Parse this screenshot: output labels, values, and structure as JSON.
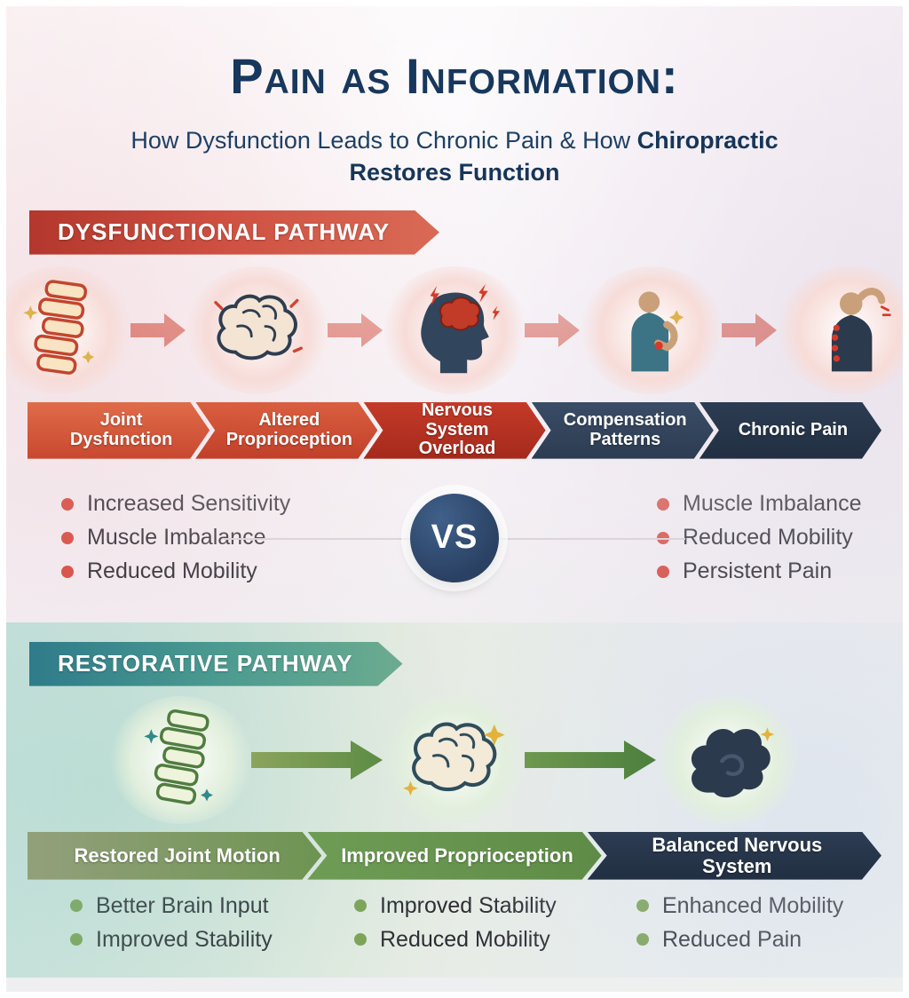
{
  "header": {
    "title": "Pain as Information:",
    "subtitle_regular": "How Dysfunction Leads to Chronic Pain & How ",
    "subtitle_bold": "Chiropractic Restores Function"
  },
  "colors": {
    "accent_red": "#c8482f",
    "accent_navy": "#2c3c52",
    "accent_teal": "#2f7b8a",
    "accent_green": "#6f9c55",
    "title_blue": "#17375d"
  },
  "dysfunctional": {
    "banner": "DYSFUNCTIONAL PATHWAY",
    "stages": [
      {
        "label": "Joint Dysfunction",
        "icon": "spine-icon"
      },
      {
        "label": "Altered Proprioception",
        "icon": "brain-icon"
      },
      {
        "label": "Nervous System Overload",
        "icon": "head-overload-icon"
      },
      {
        "label": "Compensation Patterns",
        "icon": "person-back-pain-icon"
      },
      {
        "label": "Chronic Pain",
        "icon": "person-head-pain-icon"
      }
    ],
    "left_bullets": [
      "Increased Sensitivity",
      "Muscle Imbalance",
      "Reduced Mobility"
    ],
    "right_bullets": [
      "Muscle Imbalance",
      "Reduced Mobility",
      "Persistent Pain"
    ]
  },
  "vs_label": "VS",
  "restorative": {
    "banner": "RESTORATIVE PATHWAY",
    "stages": [
      {
        "label": "Restored Joint Motion",
        "icon": "spine-green-icon",
        "bullets": [
          "Better Brain Input",
          "Improved Stability"
        ]
      },
      {
        "label": "Improved Proprioception",
        "icon": "brain-sparkle-icon",
        "bullets": [
          "Improved Stability",
          "Reduced Mobility"
        ]
      },
      {
        "label": "Balanced Nervous System",
        "icon": "calm-mind-icon",
        "bullets": [
          "Enhanced Mobility",
          "Reduced Pain"
        ]
      }
    ]
  }
}
